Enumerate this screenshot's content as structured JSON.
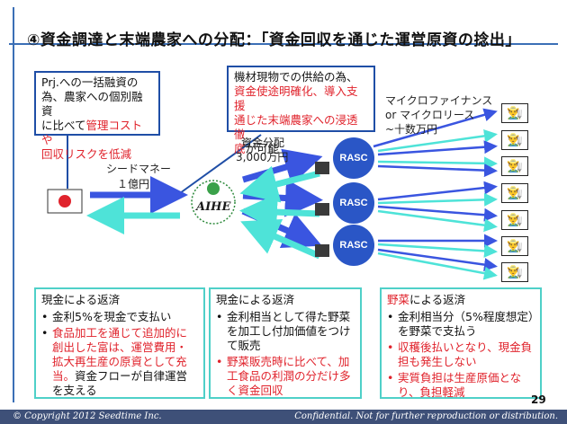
{
  "title": "④資金調達と末端農家への分配：「資金回収を通じた運営原資の捻出」",
  "callout_left": {
    "line1": "Prj.への一括融資の",
    "line2": "為、農家への個別融資",
    "line3_plain": "に比べて",
    "line3_red": "管理コストや",
    "line4_red": "回収リスクを低減"
  },
  "callout_center": {
    "line1": "機材現物での供給の為、",
    "line2_red": "資金使途明確化、導入支援",
    "line3_red": "通じた末端農家への浸透徹",
    "line4_red": "底",
    "line4_plain": "が可能"
  },
  "labels": {
    "seed_money": "シードマネー",
    "seed_amount": "１億円",
    "fund_dist": "資金分配",
    "fund_amount": "3,000万円",
    "micro1": "マイクロファイナンス",
    "micro2": "or マイクロリース",
    "micro3": "~十数万円",
    "aihe": "AIHE",
    "rasc": "RASC"
  },
  "returns": [
    {
      "head": "現金による返済",
      "items": [
        {
          "text": "金利5%を現金で支払い",
          "red": false
        },
        {
          "text": "食品加工を通じて追加的に創出した富は、運営費用・拡大再生産の原資として充当。",
          "red": true,
          "tail": "資金フローが自律運営を支える"
        }
      ]
    },
    {
      "head": "現金による返済",
      "items": [
        {
          "text": "金利相当として得た野菜を加工し付加価値をつけて販売",
          "red": false
        },
        {
          "text": "野菜販売時に比べて、加工食品の利潤の分だけ多く資金回収",
          "red": true
        }
      ]
    },
    {
      "head_red": "野菜",
      "head": "による返済",
      "items": [
        {
          "text": "金利相当分（5%程度想定）を野菜で支払う",
          "red": false
        },
        {
          "text": "収穫後払いとなり、現金負担も発生しない",
          "red": true
        },
        {
          "text": "実質負担は生産原価となり、負担軽減",
          "red": true
        }
      ]
    }
  ],
  "page_number": "29",
  "footer_left": "© Copyright 2012 Seedtime Inc.",
  "footer_right": "Confidential. Not for further reproduction or distribution.",
  "colors": {
    "arrow_blue": "#3a55e0",
    "arrow_teal": "#4ee3d8",
    "rasc": "#2a56c6",
    "accent_red": "#e0232c",
    "footer": "#3e5078"
  }
}
